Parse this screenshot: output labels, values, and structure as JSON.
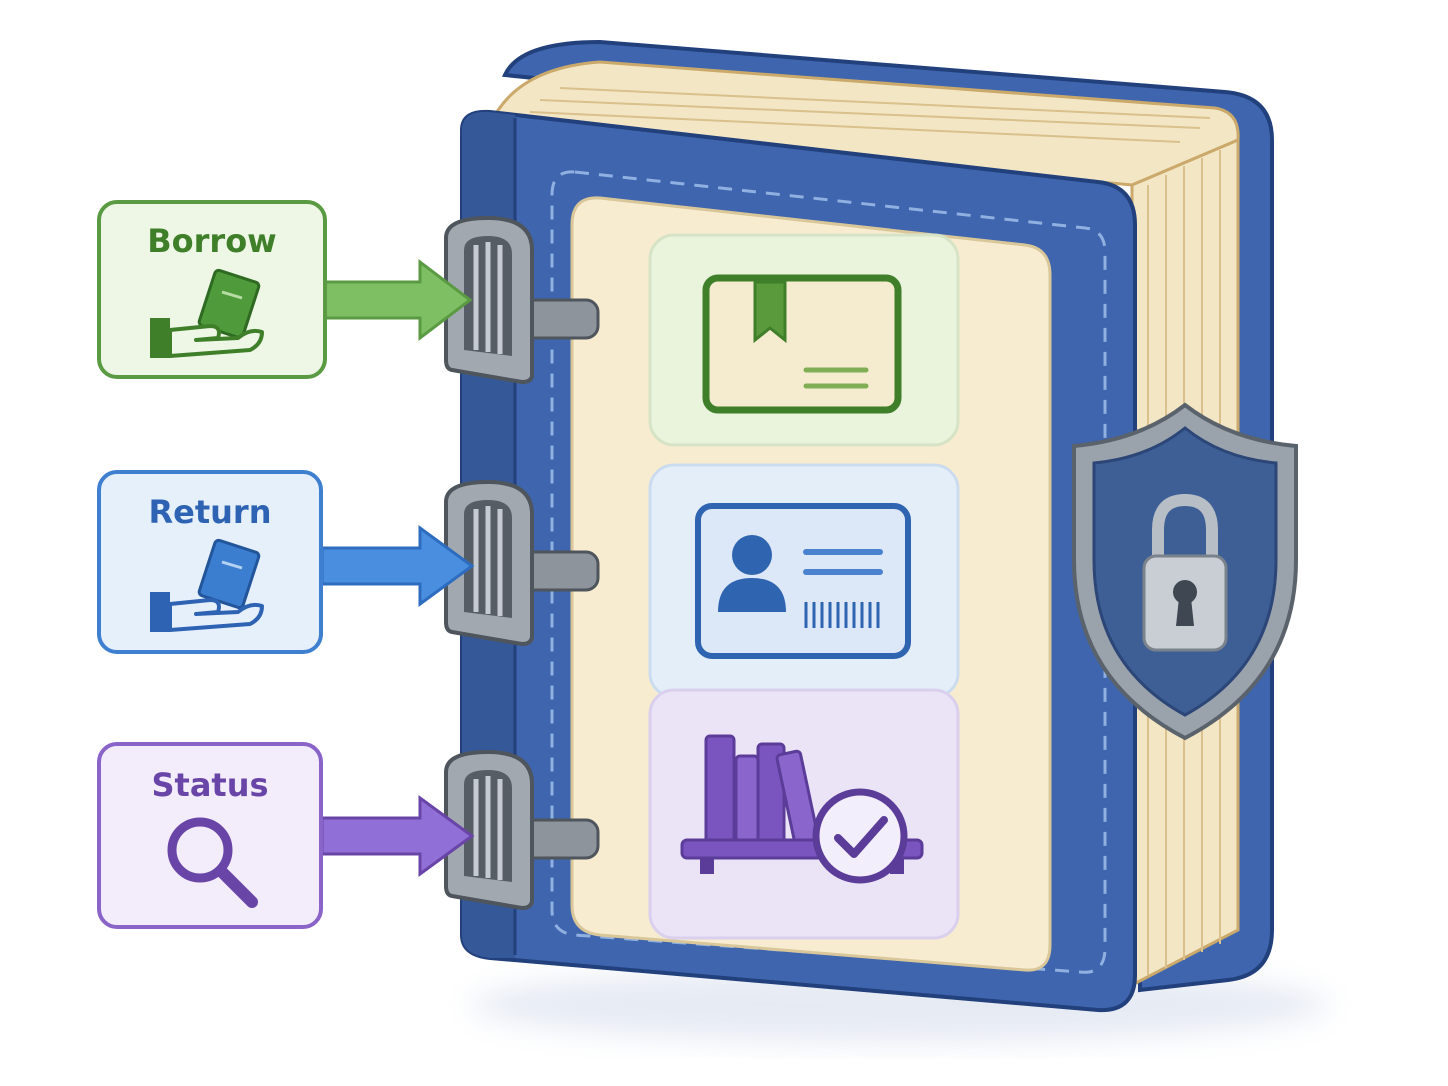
{
  "operations": [
    {
      "id": "borrow",
      "label": "Borrow",
      "icon": "hand-giving-book-icon",
      "stroke": "#5a9a42",
      "fill": "#eef7e6",
      "text": "#3f7f2a",
      "arrow": "#7fbf63"
    },
    {
      "id": "return",
      "label": "Return",
      "icon": "hand-returning-book-icon",
      "stroke": "#3f7fcf",
      "fill": "#e6f0fb",
      "text": "#2e63b3",
      "arrow": "#4a8ee0"
    },
    {
      "id": "status",
      "label": "Status",
      "icon": "magnifier-icon",
      "stroke": "#8a64c8",
      "fill": "#f3edfb",
      "text": "#6a45a8",
      "arrow": "#9070d6"
    }
  ],
  "panels": [
    {
      "icon": "book-card-icon",
      "fill": "#eaf3dc",
      "accent": "#5a9a3c"
    },
    {
      "icon": "member-id-card-icon",
      "fill": "#e4eef9",
      "accent": "#2f64b0"
    },
    {
      "icon": "bookshelf-check-icon",
      "fill": "#ebe4f7",
      "accent": "#7a55c0"
    }
  ],
  "colors": {
    "cover": "#3e65ad",
    "cover_dark": "#2b4a8a",
    "pages": "#f3e6c4",
    "inset": "#f8ecd0",
    "metal": "#9aa0a8",
    "shield": "#3e5f95"
  }
}
